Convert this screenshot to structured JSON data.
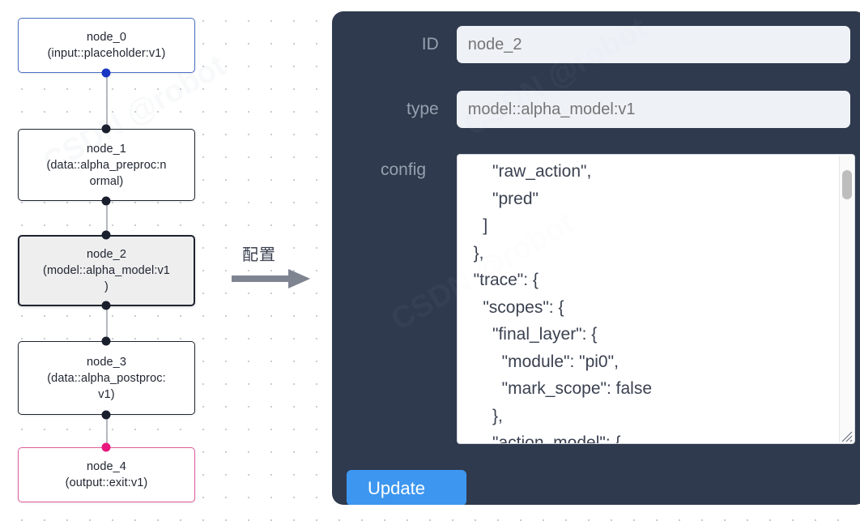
{
  "canvas": {
    "background_color": "#ffffff",
    "grid_dot_color": "#c9ccd4",
    "nodes": [
      {
        "id": "node_0",
        "title": "node_0",
        "subtitle": "(input::placeholder:v1)",
        "label": "node_0\n(input::placeholder:v1)",
        "kind": "input",
        "border_color": "#4a6fc4",
        "fill_color": "#ffffff",
        "selected": false
      },
      {
        "id": "node_1",
        "title": "node_1",
        "subtitle": "(data::alpha_preproc:normal)",
        "label": "node_1\n(data::alpha_preproc:n\normal)",
        "kind": "data",
        "border_color": "#1f2430",
        "fill_color": "#ffffff",
        "selected": false
      },
      {
        "id": "node_2",
        "title": "node_2",
        "subtitle": "(model::alpha_model:v1)",
        "label": "node_2\n(model::alpha_model:v1\n)",
        "kind": "model",
        "border_color": "#1f2430",
        "fill_color": "#eeeeee",
        "selected": true
      },
      {
        "id": "node_3",
        "title": "node_3",
        "subtitle": "(data::alpha_postproc:v1)",
        "label": "node_3\n(data::alpha_postproc:\nv1)",
        "kind": "data",
        "border_color": "#1f2430",
        "fill_color": "#ffffff",
        "selected": false
      },
      {
        "id": "node_4",
        "title": "node_4",
        "subtitle": "(output::exit:v1)",
        "label": "node_4\n(output::exit:v1)",
        "kind": "output",
        "border_color": "#e05b9c",
        "fill_color": "#ffffff",
        "selected": false
      }
    ],
    "edges": [
      {
        "from": "node_0",
        "to": "node_1"
      },
      {
        "from": "node_1",
        "to": "node_2"
      },
      {
        "from": "node_2",
        "to": "node_3"
      },
      {
        "from": "node_3",
        "to": "node_4"
      }
    ]
  },
  "annotation": {
    "label": "配置",
    "arrow_color": "#7f8491",
    "arrow_direction": "right"
  },
  "inspector": {
    "background_color": "#2f3a4e",
    "fields": {
      "id": {
        "label": "ID",
        "value": "node_2",
        "placeholder": "node_2"
      },
      "type": {
        "label": "type",
        "value": "model::alpha_model:v1",
        "placeholder": "model::alpha_model:v1"
      },
      "config": {
        "label": "config",
        "value": "      \"raw_action\",\n      \"pred\"\n    ]\n  },\n  \"trace\": {\n    \"scopes\": {\n      \"final_layer\": {\n        \"module\": \"pi0\",\n        \"mark_scope\": false\n      },\n      \"action_model\": {",
        "scroll_position": "middle"
      }
    },
    "update_button": {
      "label": "Update",
      "color": "#3d97f0",
      "text_color": "#ffffff"
    }
  }
}
